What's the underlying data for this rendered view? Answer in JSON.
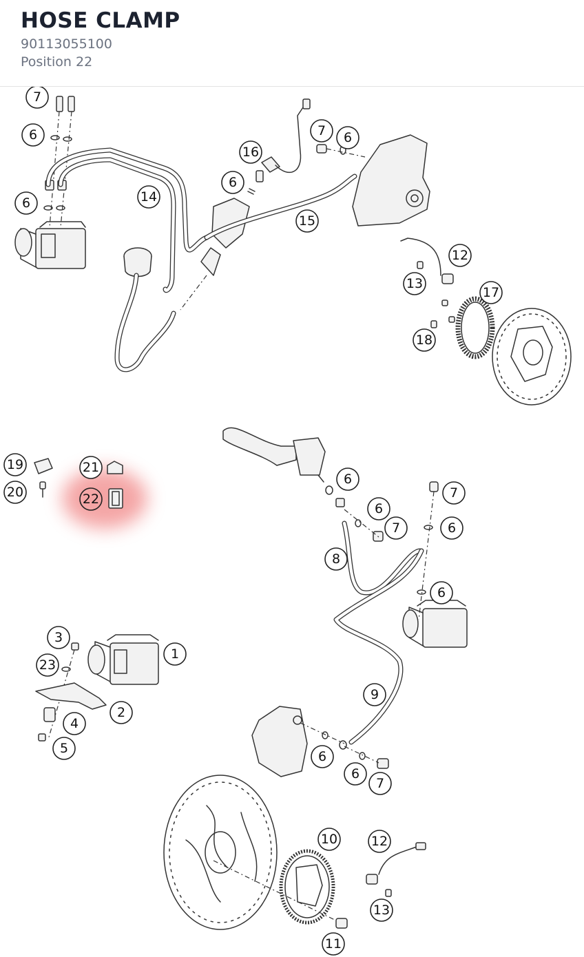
{
  "header": {
    "title": "HOSE CLAMP",
    "part_number": "90113055100",
    "position": "Position 22"
  },
  "highlight": {
    "position_label": "22",
    "color": "#f08080"
  },
  "callouts": [
    {
      "id": "c-7a",
      "label": "7"
    },
    {
      "id": "c-6a",
      "label": "6"
    },
    {
      "id": "c-6b",
      "label": "6"
    },
    {
      "id": "c-14",
      "label": "14"
    },
    {
      "id": "c-16",
      "label": "16"
    },
    {
      "id": "c-6c",
      "label": "6"
    },
    {
      "id": "c-7b",
      "label": "7"
    },
    {
      "id": "c-6d",
      "label": "6"
    },
    {
      "id": "c-15",
      "label": "15"
    },
    {
      "id": "c-12a",
      "label": "12"
    },
    {
      "id": "c-13a",
      "label": "13"
    },
    {
      "id": "c-17",
      "label": "17"
    },
    {
      "id": "c-18",
      "label": "18"
    },
    {
      "id": "c-19",
      "label": "19"
    },
    {
      "id": "c-20",
      "label": "20"
    },
    {
      "id": "c-21",
      "label": "21"
    },
    {
      "id": "c-22",
      "label": "22"
    },
    {
      "id": "c-6e",
      "label": "6"
    },
    {
      "id": "c-7c",
      "label": "7"
    },
    {
      "id": "c-6f",
      "label": "6"
    },
    {
      "id": "c-7d",
      "label": "7"
    },
    {
      "id": "c-6g",
      "label": "6"
    },
    {
      "id": "c-8",
      "label": "8"
    },
    {
      "id": "c-6h",
      "label": "6"
    },
    {
      "id": "c-3",
      "label": "3"
    },
    {
      "id": "c-1",
      "label": "1"
    },
    {
      "id": "c-23",
      "label": "23"
    },
    {
      "id": "c-2",
      "label": "2"
    },
    {
      "id": "c-4",
      "label": "4"
    },
    {
      "id": "c-5",
      "label": "5"
    },
    {
      "id": "c-9",
      "label": "9"
    },
    {
      "id": "c-6i",
      "label": "6"
    },
    {
      "id": "c-6j",
      "label": "6"
    },
    {
      "id": "c-7e",
      "label": "7"
    },
    {
      "id": "c-10",
      "label": "10"
    },
    {
      "id": "c-12b",
      "label": "12"
    },
    {
      "id": "c-13b",
      "label": "13"
    },
    {
      "id": "c-11",
      "label": "11"
    }
  ]
}
